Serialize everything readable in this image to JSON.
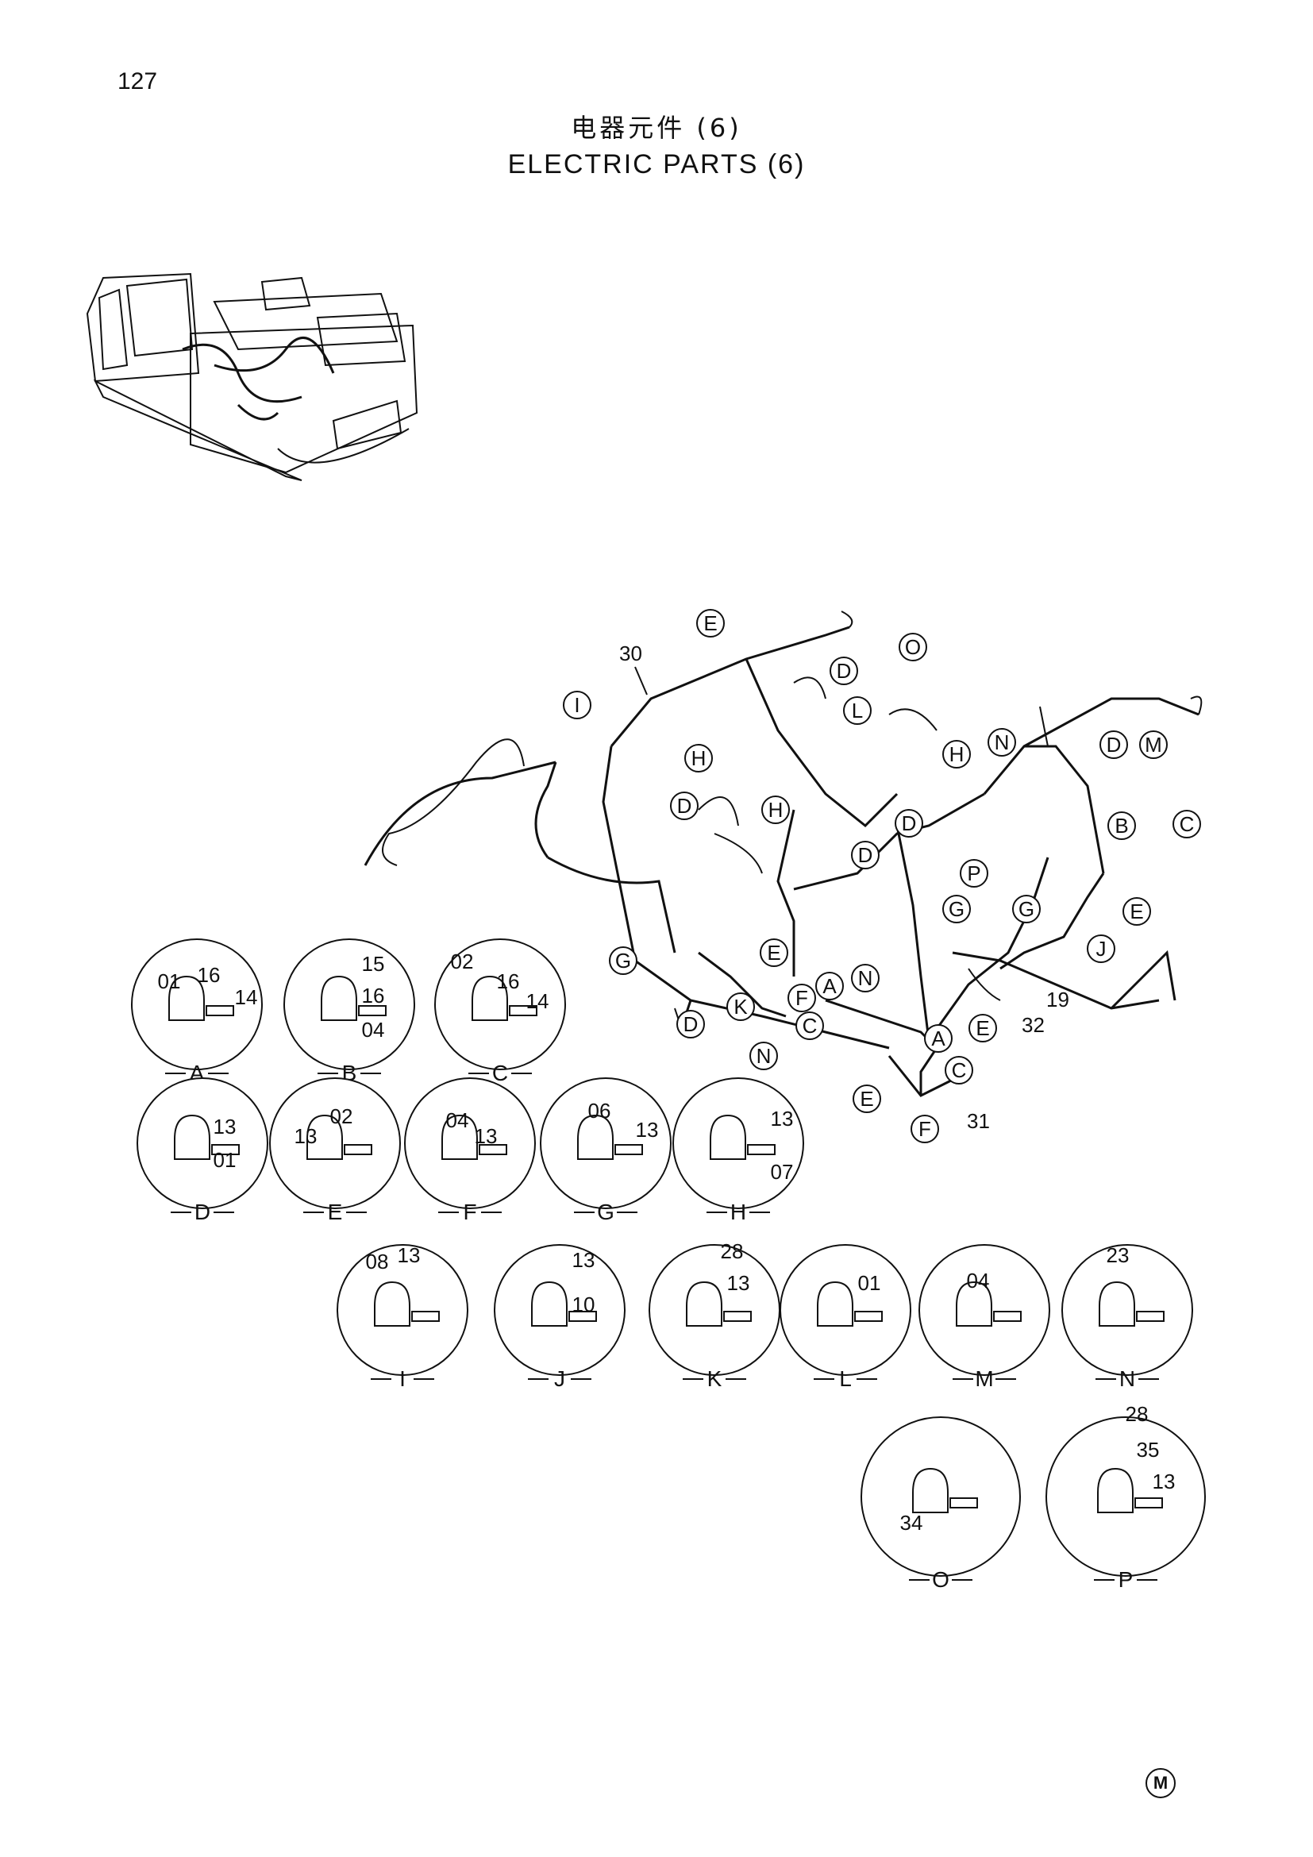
{
  "page": {
    "number": "127",
    "title_cn": "电器元件 (6)",
    "title_en": "ELECTRIC PARTS (6)",
    "mark": "M"
  },
  "harness_parts": [
    "30",
    "19",
    "32",
    "31"
  ],
  "harness_callouts": [
    "E",
    "O",
    "D",
    "I",
    "L",
    "H",
    "N",
    "D",
    "M",
    "H",
    "D",
    "B",
    "C",
    "D",
    "H",
    "P",
    "D",
    "G",
    "G",
    "E",
    "J",
    "E",
    "G",
    "A",
    "N",
    "F",
    "K",
    "D",
    "C",
    "N",
    "A",
    "E",
    "C",
    "E",
    "F"
  ],
  "details": [
    {
      "letter": "A",
      "parts": [
        "01",
        "16",
        "14"
      ]
    },
    {
      "letter": "B",
      "parts": [
        "15",
        "16",
        "04"
      ]
    },
    {
      "letter": "C",
      "parts": [
        "02",
        "16",
        "14"
      ]
    },
    {
      "letter": "D",
      "parts": [
        "13",
        "01"
      ]
    },
    {
      "letter": "E",
      "parts": [
        "13",
        "02"
      ]
    },
    {
      "letter": "F",
      "parts": [
        "04",
        "13"
      ]
    },
    {
      "letter": "G",
      "parts": [
        "06",
        "13"
      ]
    },
    {
      "letter": "H",
      "parts": [
        "13",
        "07"
      ]
    },
    {
      "letter": "I",
      "parts": [
        "08",
        "13"
      ]
    },
    {
      "letter": "J",
      "parts": [
        "13",
        "10"
      ]
    },
    {
      "letter": "K",
      "parts": [
        "28",
        "13"
      ]
    },
    {
      "letter": "L",
      "parts": [
        "01"
      ]
    },
    {
      "letter": "M",
      "parts": [
        "04"
      ]
    },
    {
      "letter": "N",
      "parts": [
        "23"
      ]
    },
    {
      "letter": "O",
      "parts": [
        "34"
      ]
    },
    {
      "letter": "P",
      "parts": [
        "28",
        "35",
        "13"
      ]
    }
  ]
}
